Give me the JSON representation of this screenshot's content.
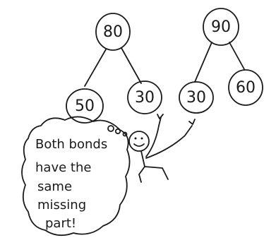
{
  "nodes": {
    "top_left": "80",
    "top_right": "90",
    "left_a": "50",
    "left_b": "30",
    "right_a": "30",
    "right_b": "60"
  },
  "thought_bubble": {
    "lines": [
      "Both bonds",
      "have the",
      "same",
      "missing",
      "part!"
    ]
  },
  "colors": {
    "ink": "#1a1a1a",
    "paper": "#ffffff"
  }
}
